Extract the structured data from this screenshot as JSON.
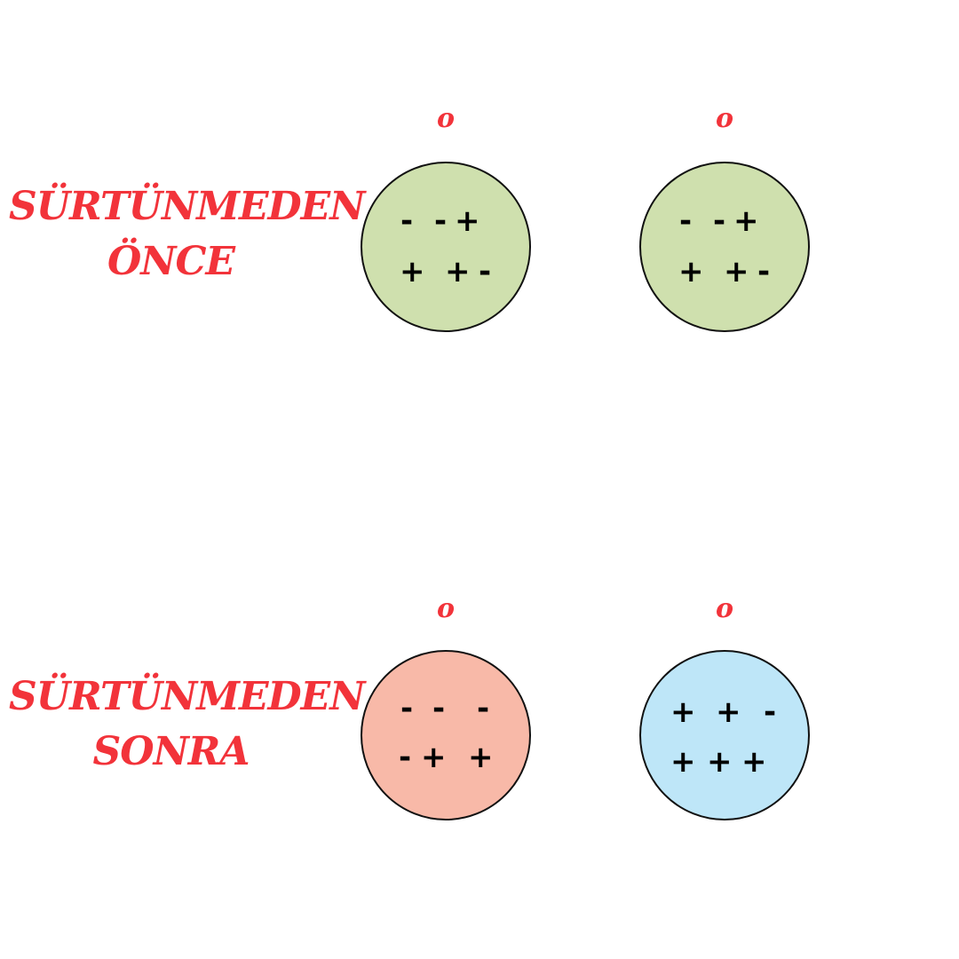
{
  "colors": {
    "label": "#f2333a",
    "neutral_ball": "#cfe0ae",
    "negative_ball": "#f8b9a8",
    "positive_ball": "#bee6f8"
  },
  "before": {
    "label_line1": "SÜRTÜNMEDEN",
    "label_line2": "ÖNCE",
    "left_ball": {
      "tag": "o",
      "row1": [
        "-",
        "-",
        "+"
      ],
      "row2": [
        "+",
        "+",
        "-"
      ]
    },
    "right_ball": {
      "tag": "o",
      "row1": [
        "-",
        "-",
        "+"
      ],
      "row2": [
        "+",
        "+",
        "-"
      ]
    }
  },
  "after": {
    "label_line1": "SÜRTÜNMEDEN",
    "label_line2": "SONRA",
    "left_ball": {
      "tag": "o",
      "row1": [
        "-",
        "-",
        "-"
      ],
      "row2": [
        "-",
        "+",
        "+"
      ]
    },
    "right_ball": {
      "tag": "o",
      "row1": [
        "+",
        "+",
        "-"
      ],
      "row2": [
        "+",
        "+",
        "+"
      ]
    }
  }
}
